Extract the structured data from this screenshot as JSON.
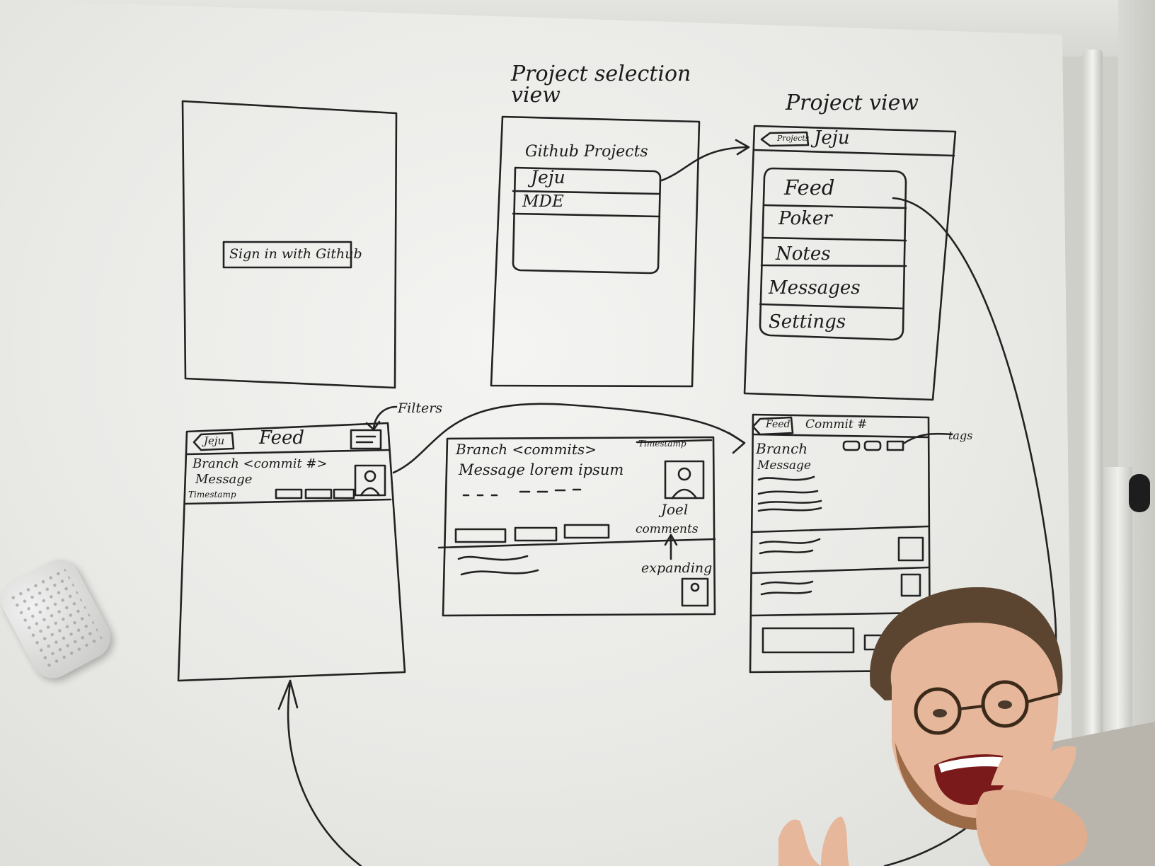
{
  "whiteboard": {
    "headings": {
      "project_selection": "Project selection\nview",
      "project_view": "Project view"
    },
    "signin": {
      "button": "Sign in with Github"
    },
    "project_selection": {
      "title": "Github Projects",
      "items": [
        "Jeju",
        "MDE"
      ]
    },
    "project_view": {
      "back_button": "Projects",
      "title": "Jeju",
      "menu": [
        "Feed",
        "Poker",
        "Notes",
        "Messages",
        "Settings"
      ]
    },
    "feed": {
      "back_button": "Jeju",
      "title": "Feed",
      "filters_note": "Filters",
      "row_line1": "Branch <commit #>",
      "row_line2": "Message",
      "row_line3": "Timestamp"
    },
    "commit_detail": {
      "line1": "Branch <commits>",
      "timestamp": "Timestamp",
      "line2": "Message lorem ipsum",
      "author": "Joel",
      "comments": "comments",
      "expanding_note": "expanding"
    },
    "commit_view": {
      "back_button": "Feed",
      "title": "Commit #",
      "tags_note": "tags",
      "branch": "Branch",
      "message": "Message"
    }
  },
  "colors": {
    "ink": "#1b1b1b",
    "board": "#efefed"
  }
}
